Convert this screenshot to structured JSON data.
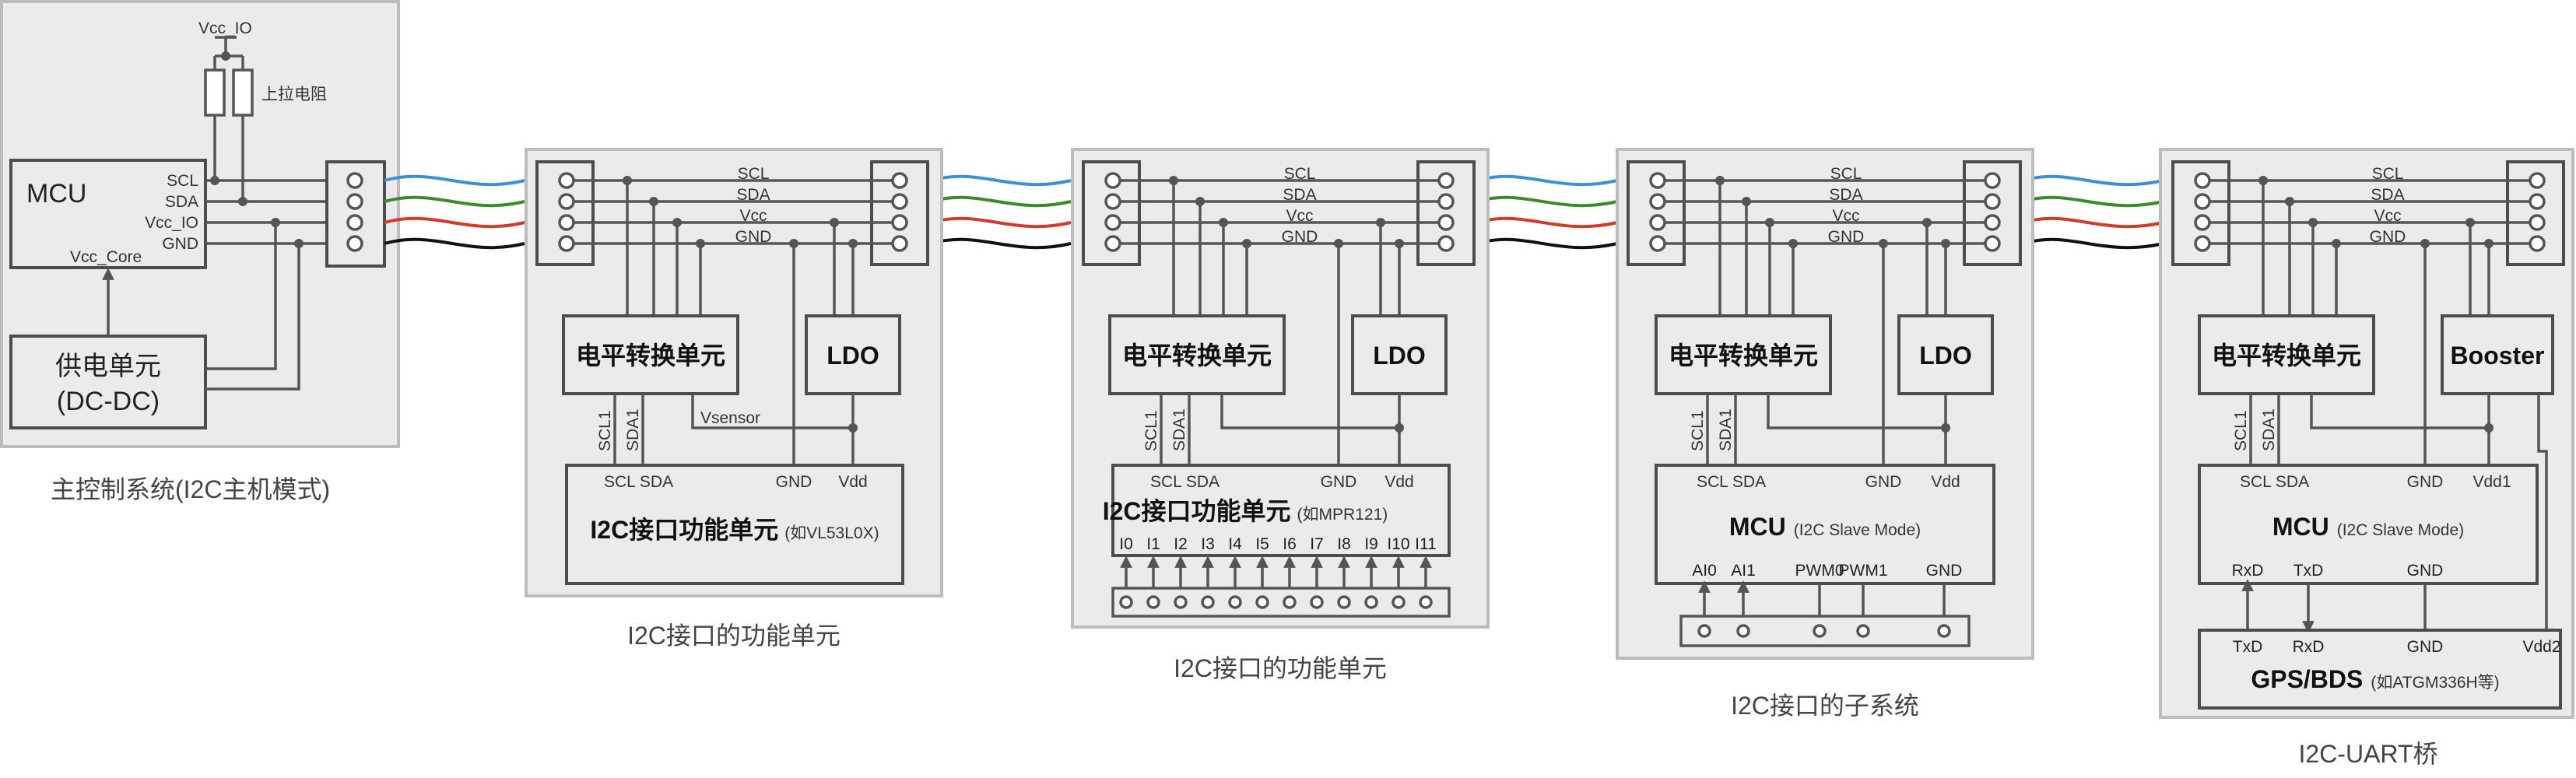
{
  "colors": {
    "scl": "#3f8fd8",
    "sda": "#3c8a2e",
    "vcc": "#d23a2a",
    "gnd": "#111111",
    "panel_fill": "#ebebeb",
    "panel_border": "#bdbdbd",
    "line": "#555555"
  },
  "master": {
    "vcc_io_top": "Vcc_IO",
    "pullup_label": "上拉电阻",
    "mcu_label": "MCU",
    "pins": [
      "SCL",
      "SDA",
      "Vcc_IO",
      "GND"
    ],
    "vcc_core": "Vcc_Core",
    "power_unit_line1": "供电单元",
    "power_unit_line2": "(DC-DC)",
    "caption": "主控制系统(I2C主机模式)"
  },
  "bus_labels": [
    "SCL",
    "SDA",
    "Vcc",
    "GND"
  ],
  "units": [
    {
      "shifter": "电平转换单元",
      "regulator": "LDO",
      "scl1": "SCL1",
      "sda1": "SDA1",
      "extra": "Vsensor",
      "pin_scl_sda": "SCL SDA",
      "pin_gnd": "GND",
      "pin_vdd": "Vdd",
      "title": "I2C接口功能单元",
      "title_note": "(如VL53L0X)",
      "caption": "I2C接口的功能单元"
    },
    {
      "shifter": "电平转换单元",
      "regulator": "LDO",
      "scl1": "SCL1",
      "sda1": "SDA1",
      "pin_scl_sda": "SCL SDA",
      "pin_gnd": "GND",
      "pin_vdd": "Vdd",
      "title": "I2C接口功能单元",
      "title_note": "(如MPR121)",
      "io_labels": [
        "I0",
        "I1",
        "I2",
        "I3",
        "I4",
        "I5",
        "I6",
        "I7",
        "I8",
        "I9",
        "I10",
        "I11"
      ],
      "caption": "I2C接口的功能单元"
    },
    {
      "shifter": "电平转换单元",
      "regulator": "LDO",
      "scl1": "SCL1",
      "sda1": "SDA1",
      "pin_scl_sda": "SCL SDA",
      "pin_gnd": "GND",
      "pin_vdd": "Vdd",
      "title": "MCU",
      "title_note": "(I2C Slave Mode)",
      "io_labels": [
        "AI0",
        "AI1",
        "PWM0",
        "PWM1",
        "GND"
      ],
      "caption": "I2C接口的子系统"
    },
    {
      "shifter": "电平转换单元",
      "regulator": "Booster",
      "scl1": "SCL1",
      "sda1": "SDA1",
      "pin_scl_sda": "SCL SDA",
      "pin_gnd": "GND",
      "pin_vdd": "Vdd1",
      "title": "MCU",
      "title_note": "(I2C Slave Mode)",
      "mcu_rxd": "RxD",
      "mcu_txd": "TxD",
      "mcu_gnd": "GND",
      "gps_txd": "TxD",
      "gps_rxd": "RxD",
      "gps_gnd": "GND",
      "gps_vdd2": "Vdd2",
      "gps_title": "GPS/BDS",
      "gps_note": "(如ATGM336H等)",
      "caption": "I2C-UART桥"
    }
  ]
}
